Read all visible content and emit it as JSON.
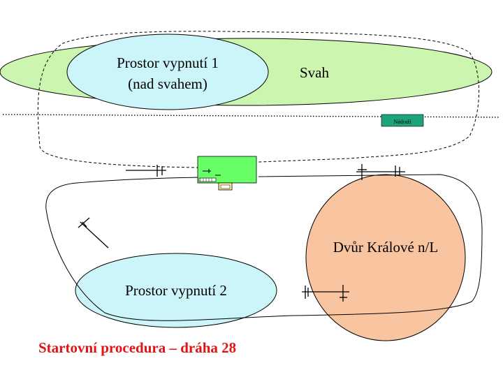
{
  "labels": {
    "zone1_line1": "Prostor vypnutí 1",
    "zone1_line2": "(nad svahem)",
    "slope": "Svah",
    "town": "Dvůr Králové n/L",
    "zone2": "Prostor vypnutí 2",
    "station": "Nádraží"
  },
  "caption": "Startovní procedura – dráha 28",
  "colors": {
    "slope_fill": "#ccf5b0",
    "zone_fill": "#ccf5fa",
    "town_fill": "#f8c5a0",
    "station_fill": "#1fa37a",
    "airfield_fill": "#66ff66",
    "caption": "#e01414"
  },
  "icons": [
    "glider-icon",
    "tow-plane-icon",
    "airfield-icon",
    "railway-station-icon"
  ]
}
